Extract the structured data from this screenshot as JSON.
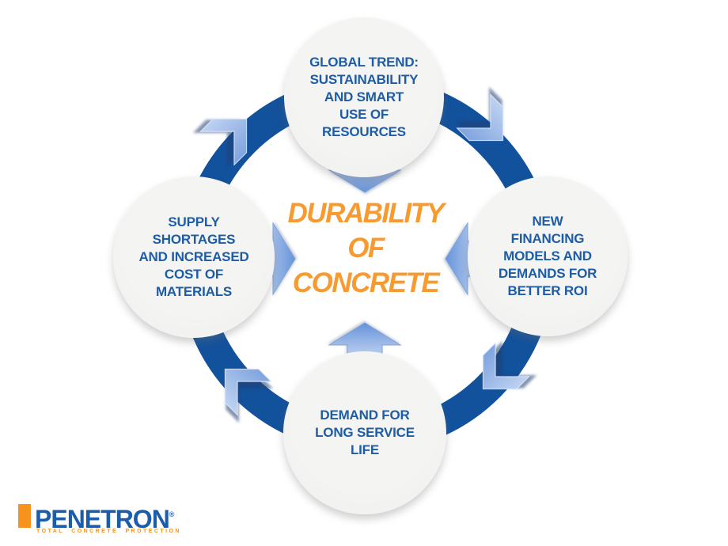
{
  "diagram": {
    "center_title": {
      "lines": [
        "DURABILITY",
        "OF",
        "CONCRETE"
      ],
      "color": "#F79B30"
    },
    "nodes": {
      "top": {
        "lines": [
          "GLOBAL TREND:",
          "SUSTAINABILITY",
          "AND SMART",
          "USE OF",
          "RESOURCES"
        ]
      },
      "right": {
        "lines": [
          "NEW",
          "FINANCING",
          "MODELS AND",
          "DEMANDS FOR",
          "BETTER ROI"
        ]
      },
      "bottom": {
        "lines": [
          "DEMAND FOR",
          "LONG SERVICE",
          "LIFE"
        ]
      },
      "left": {
        "lines": [
          "SUPPLY",
          "SHORTAGES",
          "AND INCREASED",
          "COST OF",
          "MATERIALS"
        ]
      }
    },
    "colors": {
      "ring": "#12519C",
      "node_fill": "#F2F2F1",
      "node_text": "#1D5CA6",
      "chevron_light": "#BDD1F1",
      "chevron_dark": "#7FA4DF",
      "arrow_light": "#CEDEF6",
      "arrow_dark": "#6693D9"
    }
  },
  "logo": {
    "name": "PENETRON",
    "registered": "®",
    "tagline": "TOTAL CONCRETE PROTECTION",
    "bar_color": "#F6921E",
    "text_color": "#1C5CAB",
    "tagline_color": "#F6921E"
  }
}
